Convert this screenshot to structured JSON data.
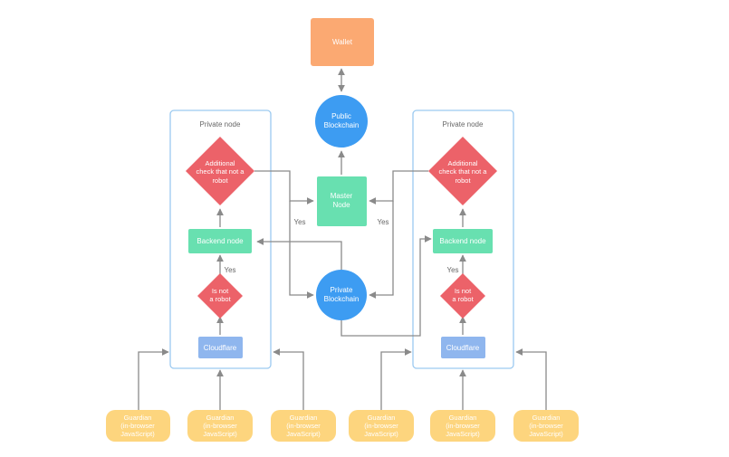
{
  "wallet": {
    "label": "Wallet"
  },
  "public_blockchain": {
    "line1": "Public",
    "line2": "Blockchain"
  },
  "master_node": {
    "line1": "Master",
    "line2": "Node"
  },
  "private_blockchain": {
    "line1": "Private",
    "line2": "Blockchain"
  },
  "left_node": {
    "title": "Private node",
    "additional_check": {
      "line1": "Additional",
      "line2": "check that not a",
      "line3": "robot"
    },
    "backend": {
      "label": "Backend node"
    },
    "is_not_robot": {
      "line1": "Is not",
      "line2": "a robot"
    },
    "cloudflare": {
      "label": "Cloudflare"
    }
  },
  "right_node": {
    "title": "Private node",
    "additional_check": {
      "line1": "Additional",
      "line2": "check that not a",
      "line3": "robot"
    },
    "backend": {
      "label": "Backend node"
    },
    "is_not_robot": {
      "line1": "Is not",
      "line2": "a robot"
    },
    "cloudflare": {
      "label": "Cloudflare"
    }
  },
  "edge_labels": {
    "left_master_yes": "Yes",
    "right_master_yes": "Yes",
    "left_backend_yes": "Yes",
    "right_backend_yes": "Yes"
  },
  "guardians": [
    {
      "line1": "Guardian",
      "line2": "(in-browser",
      "line3": "JavaScript)"
    },
    {
      "line1": "Guardian",
      "line2": "(in-browser",
      "line3": "JavaScript)"
    },
    {
      "line1": "Guardian",
      "line2": "(in-browser",
      "line3": "JavaScript)"
    },
    {
      "line1": "Guardian",
      "line2": "(in-browser",
      "line3": "JavaScript)"
    },
    {
      "line1": "Guardian",
      "line2": "(in-browser",
      "line3": "JavaScript)"
    },
    {
      "line1": "Guardian",
      "line2": "(in-browser",
      "line3": "JavaScript)"
    }
  ],
  "colors": {
    "wallet": "#fba972",
    "blockchain": "#3d9cf2",
    "master": "#68e0b0",
    "decision": "#ec6269",
    "backend": "#68e0b0",
    "cloudflare": "#8fb6ee",
    "guardian": "#fdd57e",
    "container_border": "#9ccaf0",
    "edge": "#8a8a8a"
  }
}
